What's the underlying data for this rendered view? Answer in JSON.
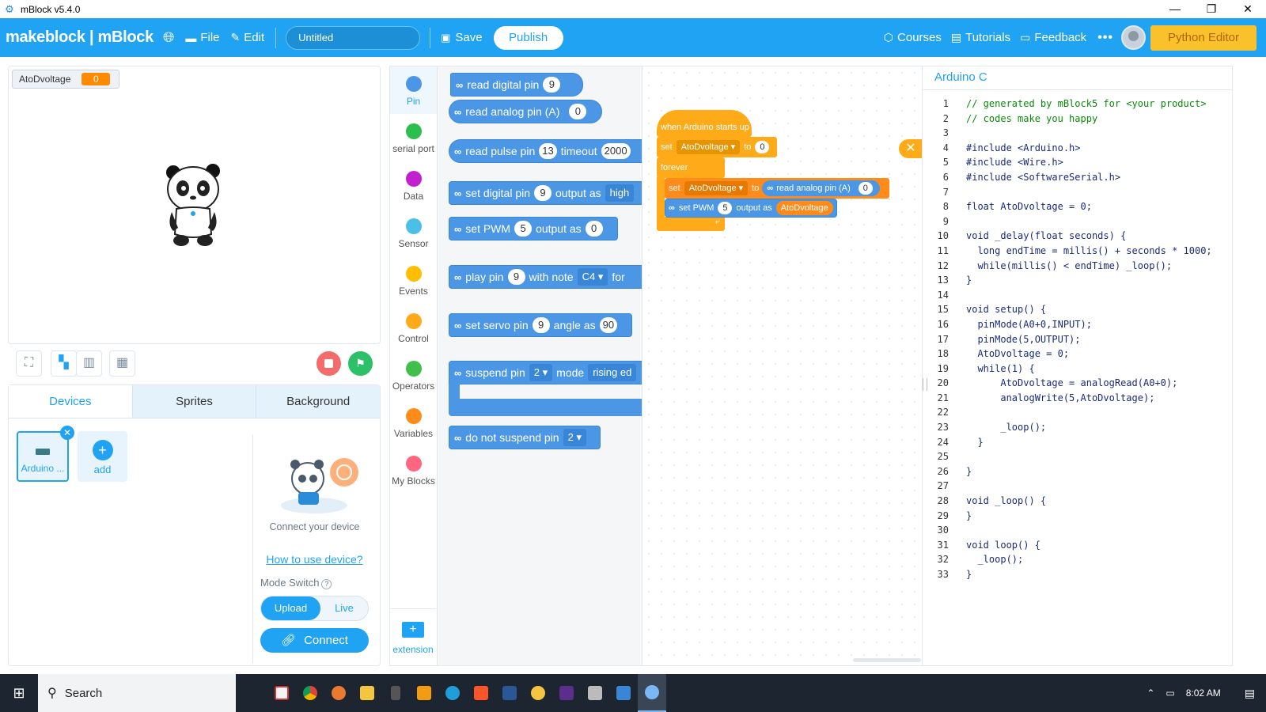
{
  "window": {
    "title": "mBlock v5.4.0",
    "minimize": "—",
    "maximize": "❐",
    "close": "✕"
  },
  "topbar": {
    "brand": "makeblock | mBlock",
    "file": "File",
    "edit": "Edit",
    "project_title": "Untitled",
    "save": "Save",
    "publish": "Publish",
    "courses": "Courses",
    "tutorials": "Tutorials",
    "feedback": "Feedback",
    "more": "•••",
    "python_editor": "Python Editor"
  },
  "stage": {
    "variable_name": "AtoDvoltage",
    "variable_value": "0"
  },
  "tabs": {
    "devices": "Devices",
    "sprites": "Sprites",
    "background": "Background"
  },
  "devices": {
    "device_label": "Arduino ...",
    "add_label": "add",
    "connect_text": "Connect your device",
    "howto": "How to use device?",
    "mode_switch": "Mode Switch",
    "upload": "Upload",
    "live": "Live",
    "connect": "Connect"
  },
  "categories": [
    {
      "label": "Pin",
      "color": "#4c97e5"
    },
    {
      "label": "serial port",
      "color": "#2cbf4e"
    },
    {
      "label": "Data",
      "color": "#c21fcf"
    },
    {
      "label": "Sensor",
      "color": "#4cbfe6"
    },
    {
      "label": "Events",
      "color": "#ffbf00"
    },
    {
      "label": "Control",
      "color": "#ffab19"
    },
    {
      "label": "Operators",
      "color": "#40bf4a"
    },
    {
      "label": "Variables",
      "color": "#ff8c1a"
    },
    {
      "label": "My Blocks",
      "color": "#ff6680"
    }
  ],
  "extension": "extension",
  "palette": {
    "read_digital_pin": "read digital pin",
    "rdp_val": "9",
    "read_analog_pin": "read analog pin  (A)",
    "rap_val": "0",
    "read_pulse_pin": "read pulse pin",
    "rpp_val": "13",
    "timeout": "timeout",
    "timeout_val": "2000",
    "set_digital_pin": "set digital pin",
    "sdp_val": "9",
    "output_as": "output as",
    "sdp_out": "high",
    "set_pwm": "set PWM",
    "pwm_val": "5",
    "pwm_output_as": "output as",
    "pwm_out": "0",
    "play_pin": "play pin",
    "play_val": "9",
    "with_note": "with note",
    "note": "C4 ▾",
    "for": "for",
    "set_servo_pin": "set servo pin",
    "servo_val": "9",
    "angle_as": "angle as",
    "angle_val": "90",
    "suspend_pin": "suspend pin",
    "suspend_val": "2 ▾",
    "mode": "mode",
    "mode_val": "rising ed",
    "do_not_suspend": "do not suspend pin",
    "dns_val": "2 ▾"
  },
  "script": {
    "hat": "when Arduino starts up",
    "set1": "set",
    "set1_var": "AtoDvoltage ▾",
    "set1_to": "to",
    "set1_val": "0",
    "forever": "forever",
    "set2": "set",
    "set2_var": "AtoDvoltage ▾",
    "set2_to": "to",
    "set2_read": "read analog pin  (A)",
    "set2_val": "0",
    "pwm": "set PWM",
    "pwm_val": "5",
    "pwm_out": "output as",
    "pwm_var": "AtoDvoltage",
    "close": "✕"
  },
  "code": {
    "title": "Arduino C",
    "lines": [
      "// generated by mBlock5 for <your product>",
      "// codes make you happy",
      "",
      "#include <Arduino.h>",
      "#include <Wire.h>",
      "#include <SoftwareSerial.h>",
      "",
      "float AtoDvoltage = 0;",
      "",
      "void _delay(float seconds) {",
      "  long endTime = millis() + seconds * 1000;",
      "  while(millis() < endTime) _loop();",
      "}",
      "",
      "void setup() {",
      "  pinMode(A0+0,INPUT);",
      "  pinMode(5,OUTPUT);",
      "  AtoDvoltage = 0;",
      "  while(1) {",
      "      AtoDvoltage = analogRead(A0+0);",
      "      analogWrite(5,AtoDvoltage);",
      "",
      "      _loop();",
      "  }",
      "",
      "}",
      "",
      "void _loop() {",
      "}",
      "",
      "void loop() {",
      "  _loop();",
      "}"
    ]
  },
  "taskbar": {
    "search": "Search",
    "time": "8:02 AM"
  }
}
